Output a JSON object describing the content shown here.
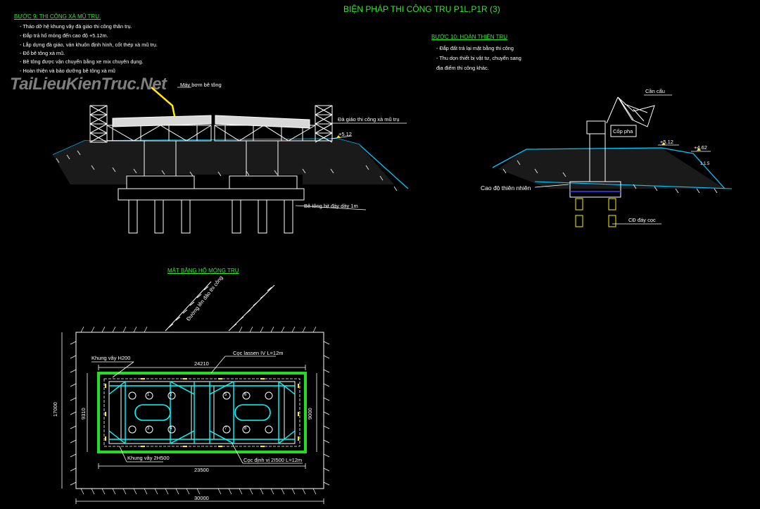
{
  "title": "BIỆN PHÁP THI CÔNG TRỤ P1L,P1R (3)",
  "step9": {
    "heading": "BƯỚC 9: THI CÔNG XÀ MŨ TRỤ.",
    "lines": [
      "- Tháo dỡ hệ khung vây đà giáo thi công thân trụ.",
      "- Đắp trả hố móng đến cao độ +5.12m.",
      "- Lắp dựng đà giáo, ván khuôn định hình, cốt thép xà mũ trụ.",
      "- Đổ bê tông xà mũ.",
      "- Bê tông được vận chuyển bằng xe mix chuyên dụng.",
      "- Hoàn thiện và bảo dưỡng bê tông xà mũ"
    ],
    "labels": {
      "pump": "Máy bơm bê tông",
      "scaffold": "Đà giáo thi công xà mũ trụ",
      "elev": "+5.12",
      "concrete": "Bê tông bịt đáy dày 1m"
    }
  },
  "step10": {
    "heading": "BƯỚC 10: HOÀN THIỆN TRỤ",
    "lines": [
      "- Đắp đất trả lại mặt bằng thi công",
      "- Thu dọn thiết bị vật tư, chuyển sang",
      "  địa điểm thi công khác."
    ],
    "labels": {
      "crane": "Cần cẩu",
      "formwork": "Cốp pha",
      "elev1": "+5.12",
      "elev2": "+4.62",
      "slope": "1:1.5",
      "natural": "Cao độ thiên nhiên",
      "pile_bottom": "CĐ đáy cọc"
    }
  },
  "plan": {
    "heading": "MẶT BẰNG HỐ MÓNG TRỤ",
    "road": "Đường lên đảo thi công",
    "frame_h200": "Khung vây H200",
    "sheet_pile": "Cọc lassen IV L=12m",
    "frame_2h500": "Khung vây 2H500",
    "locating_pile": "Cọc định vị 2I500 L=12m",
    "dims": {
      "top": "24210",
      "left_outer": "17000",
      "left_inner": "9310",
      "right_inner": "9000",
      "bottom_inner": "23500",
      "bottom_outer": "30000"
    },
    "pile_numbers": [
      "1",
      "2",
      "3",
      "4",
      "5",
      "6",
      "7",
      "8"
    ]
  },
  "watermark": "TaiLieuKienTruc.Net",
  "colors": {
    "heading": "#32e632",
    "line": "#ffffff",
    "ground": "#00c8ff",
    "green": "#22dd22",
    "yellow": "#ffee00",
    "cyan": "#00ffff"
  }
}
